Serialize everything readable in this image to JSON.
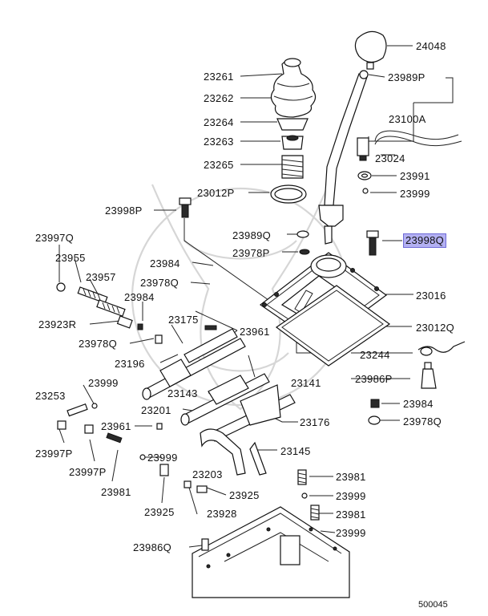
{
  "diagram_code": "500045",
  "colors": {
    "highlight": "#b3b0f2",
    "highlight_border": "#6f6bd8",
    "ink": "#111111"
  },
  "labels": {
    "p24048": "24048",
    "p23989P": "23989P",
    "p23100A": "23100A",
    "p23024": "23024",
    "p23991": "23991",
    "p23999_a": "23999",
    "p23261": "23261",
    "p23262": "23262",
    "p23264": "23264",
    "p23263": "23263",
    "p23265": "23265",
    "p23012P": "23012P",
    "p23998P": "23998P",
    "p23989Q": "23989Q",
    "p23978P": "23978P",
    "p23998Q": "23998Q",
    "p23997Q": "23997Q",
    "p23955": "23955",
    "p23957": "23957",
    "p23984_a": "23984",
    "p23978Q_a": "23978Q",
    "p23984_b": "23984",
    "p23923R": "23923R",
    "p23175": "23175",
    "p23016": "23016",
    "p23961_a": "23961",
    "p23012Q": "23012Q",
    "p23978Q_b": "23978Q",
    "p23196": "23196",
    "p23244": "23244",
    "p23999_b": "23999",
    "p23141": "23141",
    "p23986P": "23986P",
    "p23143": "23143",
    "p23253": "23253",
    "p23984_c": "23984",
    "p23201": "23201",
    "p23176": "23176",
    "p23978Q_c": "23978Q",
    "p23961_b": "23961",
    "p23145": "23145",
    "p23997P_a": "23997P",
    "p23997P_b": "23997P",
    "p23999_c": "23999",
    "p23203": "23203",
    "p23981_a": "23981",
    "p23999_d": "23999",
    "p23981_b": "23981",
    "p23925_a": "23925",
    "p23925_b": "23925",
    "p23928": "23928",
    "p23981_c": "23981",
    "p23999_e": "23999",
    "p23986Q": "23986Q"
  }
}
